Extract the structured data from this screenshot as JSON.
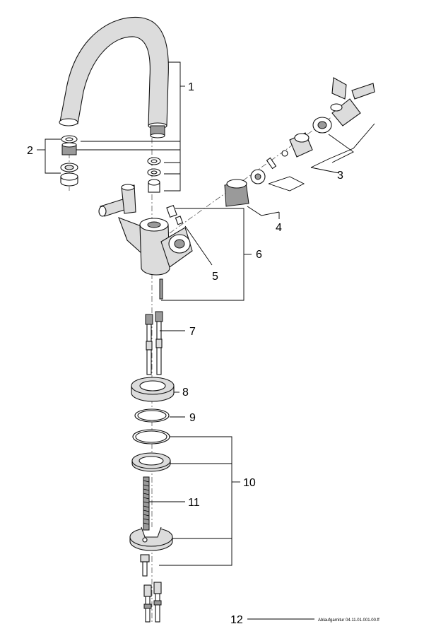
{
  "callouts": {
    "c1": "1",
    "c2": "2",
    "c3": "3",
    "c4": "4",
    "c5": "5",
    "c6": "6",
    "c7": "7",
    "c8": "8",
    "c9": "9",
    "c10": "10",
    "c11": "11",
    "c12": "12"
  },
  "note_12": "Ablaufgarnitur 04.11.01.001.00.ff",
  "colors": {
    "line": "#111111",
    "shade": "#dcdcdc",
    "paper": "#ffffff"
  }
}
